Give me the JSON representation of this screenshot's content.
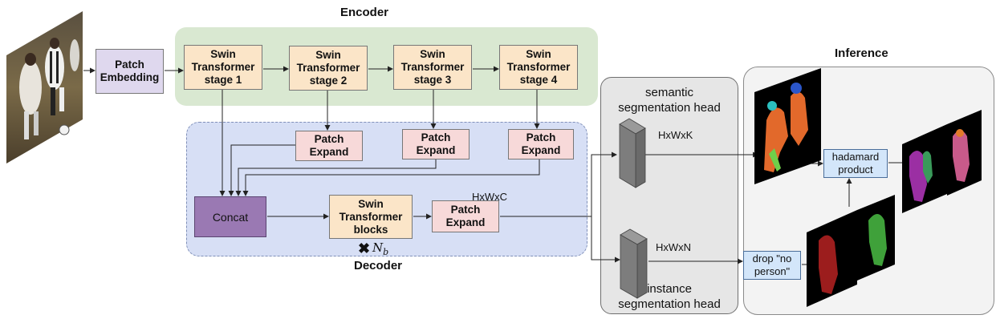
{
  "regions": {
    "encoder_title": "Encoder",
    "decoder_title": "Decoder",
    "inference_title": "Inference"
  },
  "encoder": {
    "patch_embedding": "Patch\nEmbedding",
    "stages": [
      "Swin\nTransformer\nstage 1",
      "Swin\nTransformer\nstage 2",
      "Swin\nTransformer\nstage 3",
      "Swin\nTransformer\nstage 4"
    ]
  },
  "decoder": {
    "patch_expand": "Patch\nExpand",
    "concat": "Concat",
    "swin_blocks": "Swin\nTransformer\nblocks",
    "nb_label": "N",
    "nb_sub": "b",
    "times_glyph": "✖",
    "output_dim": "HxWxC"
  },
  "heads": {
    "semantic_label": "semantic\nsegmentation head",
    "instance_label": "instance\nsegmentation head",
    "semantic_dim": "HxWxK",
    "instance_dim": "HxWxN"
  },
  "inference": {
    "drop_label": "drop \"no\nperson\"",
    "hadamard_label": "hadamard\nproduct"
  },
  "colors": {
    "encoder_bg": "#d9e8d1",
    "decoder_bg": "#d7dff5",
    "swin_box": "#fbe5c8",
    "patch_expand_box": "#f7d9d9",
    "concat_box": "#9a79b3"
  }
}
